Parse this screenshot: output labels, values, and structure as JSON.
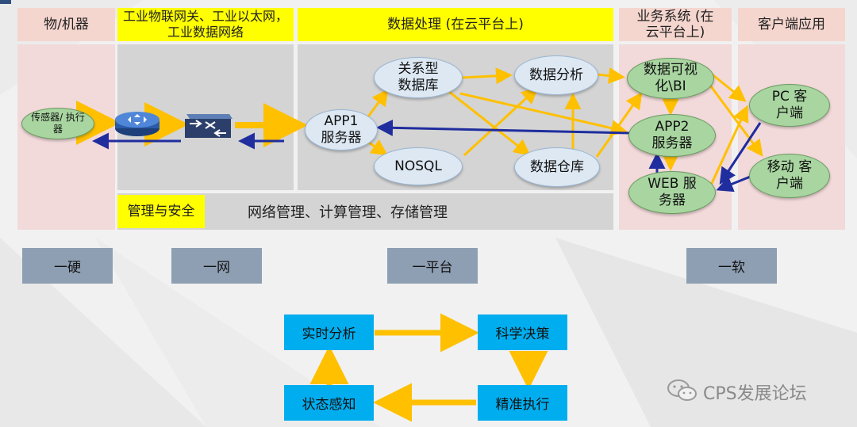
{
  "columns": {
    "device": "物/机器",
    "network": "工业物联网关、工业以太网，工业数据网络",
    "processing": "数据处理 (在云平台上)",
    "business": "业务系统 (在云平台上)",
    "client": "客户端应用"
  },
  "nodes": {
    "sensor": "传感器/ 执行器",
    "app1": "APP1 服务器",
    "relational_db": "关系型 数据库",
    "nosql": "NOSQL",
    "data_analysis": "数据分析",
    "data_warehouse": "数据仓库",
    "data_viz": "数据可视 化\\BI",
    "app2": "APP2 服务器",
    "web": "WEB 服务器",
    "pc": "PC 客户端",
    "mobile": "移动 客户端"
  },
  "management": {
    "label": "管理与安全",
    "description": "网络管理、计算管理、存储管理"
  },
  "layers": [
    "一硬",
    "一网",
    "一平台",
    "一软"
  ],
  "cycle": {
    "realtime_analysis": "实时分析",
    "scientific_decision": "科学决策",
    "precise_execution": "精准执行",
    "state_perception": "状态感知"
  },
  "watermark": "CPS发展论坛",
  "colors": {
    "yellow_arrow": "#ffc000",
    "blue_arrow": "#1f2d9e",
    "header_yellow": "#ffff00",
    "header_pink": "#f5d6cf",
    "ellipse_green": "#a8d5a0",
    "ellipse_blue": "#dde8f3",
    "cycle_box": "#00aeef",
    "layer_box": "#8e9fb3"
  }
}
